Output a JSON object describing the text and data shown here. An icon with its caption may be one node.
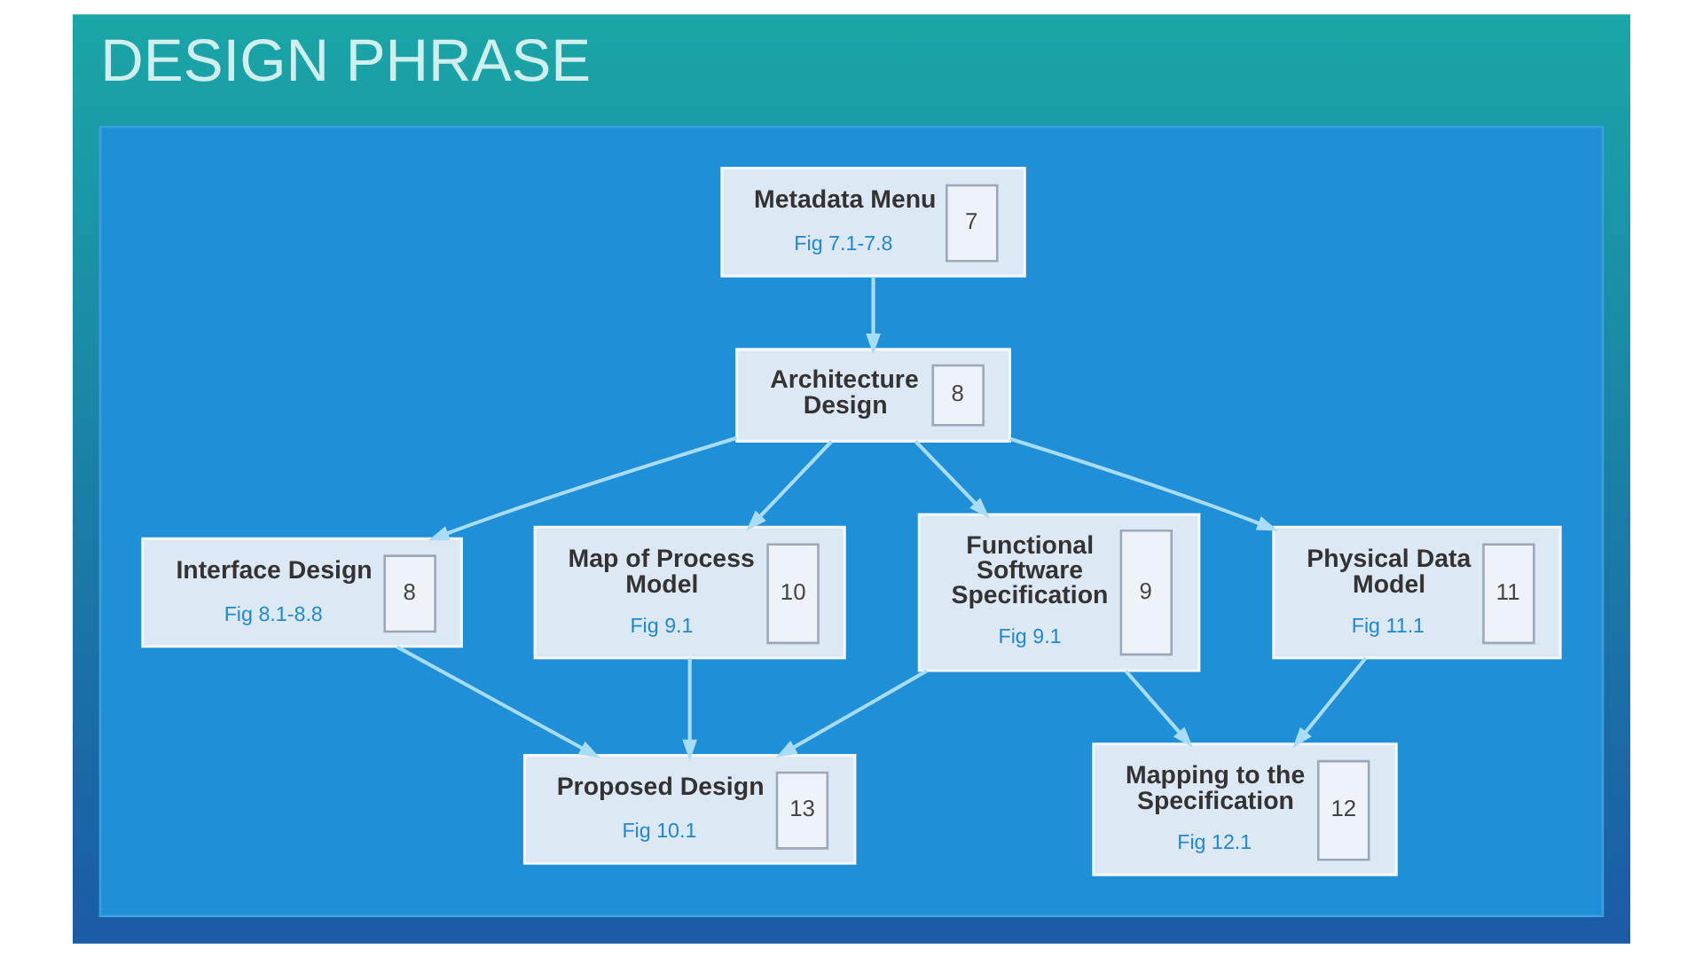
{
  "diagram": {
    "title": "DESIGN PHRASE",
    "nodes": [
      {
        "text": [],
        "shape": "box"
      },
      {
        "text": [
          "Metadata Menu",
          "Fig 7.1-7.8",
          "7"
        ],
        "in": 0
      },
      {
        "text": [
          "Architecture Design",
          "8"
        ],
        "in": 0
      },
      {
        "text": [
          "Interface Design",
          "Fig 8.1-8.8",
          "8"
        ],
        "in": 0
      },
      {
        "text": [
          "Map of Process Model",
          "Fig 9.1",
          "10"
        ],
        "in": 0
      },
      {
        "text": [
          "Physical Data Model",
          "Fig 11.1",
          "11"
        ],
        "in": 0
      },
      {
        "text": [
          "Functional Software Specification",
          "Fig 9.1",
          "9"
        ],
        "in": 0
      },
      {
        "text": [
          "Mapping to the Specification",
          "Fig 12.1",
          "12"
        ],
        "in": 0
      },
      {
        "text": [
          "Proposed Design",
          "Fig 10.1",
          "13"
        ],
        "in": 0
      }
    ],
    "edges": [
      {
        "from": 1,
        "to": 2,
        "arrow": "to"
      },
      {
        "from": 2,
        "to": 3,
        "arrow": "to"
      },
      {
        "from": 2,
        "to": 5,
        "arrow": "to"
      },
      {
        "from": 2,
        "to": 4,
        "arrow": "to"
      },
      {
        "from": 2,
        "to": 6,
        "arrow": "to"
      },
      {
        "from": 4,
        "to": 8,
        "arrow": "to"
      },
      {
        "from": 6,
        "to": 7,
        "arrow": "to"
      },
      {
        "from": 5,
        "to": 7,
        "arrow": "to"
      },
      {
        "from": 6,
        "to": 8,
        "arrow": "to"
      },
      {
        "from": 3,
        "to": 8,
        "arrow": "to"
      }
    ]
  }
}
